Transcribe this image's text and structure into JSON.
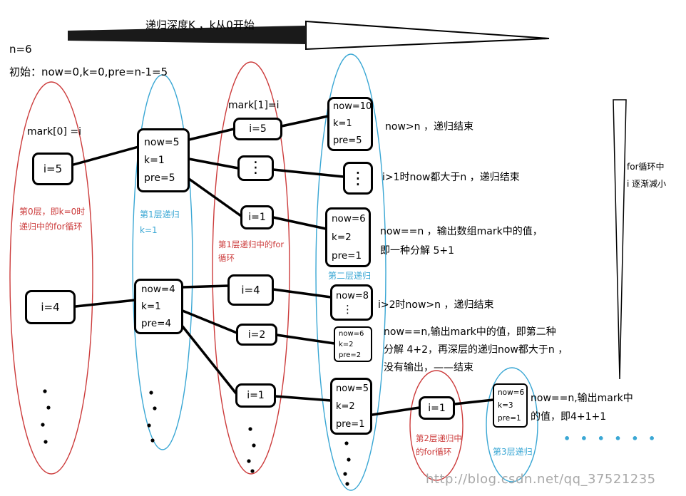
{
  "header": {
    "arrow_label": "递归深度K ，k从0开始",
    "n_label": "n=6",
    "init_label": "初始：now=0,k=0,pre=n-1=5"
  },
  "mark_labels": {
    "mark0": "mark[0] =i",
    "mark1": "mark[1]=i"
  },
  "side_arrow_label": {
    "line1": "for循环中",
    "line2": "i 逐渐减小"
  },
  "boxes": [
    {
      "id": "i5-layer0",
      "lines": [
        "i=5"
      ]
    },
    {
      "id": "i4-layer0",
      "lines": [
        "i=4"
      ]
    },
    {
      "id": "now5-k1-pre5",
      "lines": [
        "now=5",
        "k=1",
        "pre=5"
      ]
    },
    {
      "id": "now4-k1-pre4",
      "lines": [
        "now=4",
        "k=1",
        "pre=4"
      ]
    },
    {
      "id": "i5-layer1",
      "lines": [
        "i=5"
      ]
    },
    {
      "id": "dots-layer1",
      "lines": [
        "⋮"
      ]
    },
    {
      "id": "i1-layer1",
      "lines": [
        "i=1"
      ]
    },
    {
      "id": "i4-layer1",
      "lines": [
        "i=4"
      ]
    },
    {
      "id": "i2-layer1",
      "lines": [
        "i=2"
      ]
    },
    {
      "id": "i1b-layer1",
      "lines": [
        "i=1"
      ]
    },
    {
      "id": "now10-k1-pre5",
      "lines": [
        "now=10",
        "k=1",
        "pre=5"
      ]
    },
    {
      "id": "dots-layer2",
      "lines": [
        "⋮"
      ]
    },
    {
      "id": "now6-k2-pre1",
      "lines": [
        "now=6",
        "k=2",
        "pre=1"
      ]
    },
    {
      "id": "now8-dots",
      "lines": [
        "now=8",
        "⋮"
      ]
    },
    {
      "id": "now6-k2-pre2",
      "lines": [
        "now=6",
        "k=2",
        "pre=2"
      ]
    },
    {
      "id": "now5-k2-pre1",
      "lines": [
        "now=5",
        "k=2",
        "pre=1"
      ]
    },
    {
      "id": "i1-layer2",
      "lines": [
        "i=1"
      ]
    },
    {
      "id": "now6-k3-pre1",
      "lines": [
        "now=6",
        "k=3",
        "pre=1"
      ]
    }
  ],
  "captions": [
    {
      "lines": [
        "第0层，即k=0时",
        "递归中的for循环"
      ]
    },
    {
      "lines": [
        "第1层递归",
        "k=1"
      ]
    },
    {
      "lines": [
        "第1层递归中的for",
        "循环"
      ]
    },
    {
      "lines": [
        "第二层递归"
      ]
    },
    {
      "lines": [
        "第2层递归中",
        "的for循环"
      ]
    },
    {
      "lines": [
        "第3层递归"
      ]
    }
  ],
  "annotations": [
    {
      "lines": [
        "now>n ，递归结束"
      ]
    },
    {
      "lines": [
        "i>1时now都大于n ，递归结束"
      ]
    },
    {
      "lines": [
        "now==n ，输出数组mark中的值，",
        "即一种分解 5+1"
      ]
    },
    {
      "lines": [
        "i>2时now>n ，递归结束"
      ]
    },
    {
      "lines": [
        "now==n,输出mark中的值，即第二种",
        "分解 4+2，再深层的递归now都大于n ，",
        "没有输出，——结束"
      ]
    },
    {
      "lines": [
        "now==n,输出mark中",
        "的值，即4+1+1"
      ]
    }
  ],
  "ellipsis_dots": "• • • • • •",
  "watermark": "http://blog.csdn.net/qq_37521235",
  "colors": {
    "red": "#cc3b3b",
    "blue": "#3aa7d4",
    "black": "#000000",
    "watermark": "#a8a8a8"
  }
}
